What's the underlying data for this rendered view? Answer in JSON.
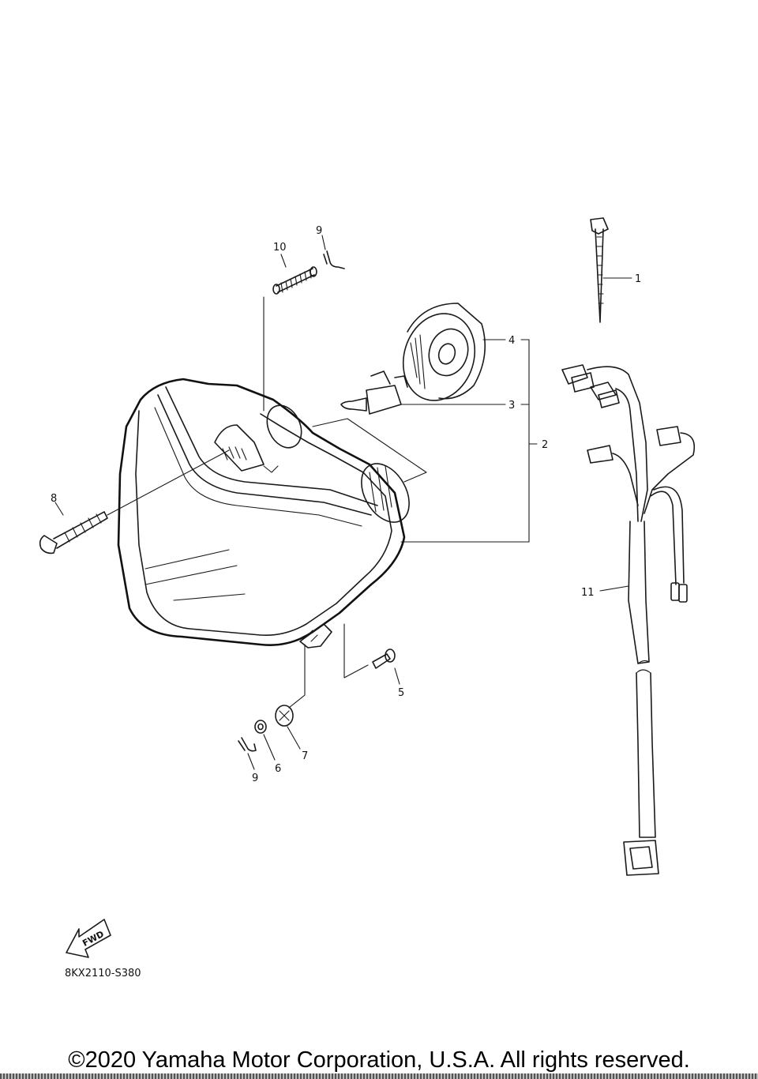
{
  "diagram": {
    "callouts": {
      "c1": "1",
      "c2": "2",
      "c3": "3",
      "c4": "4",
      "c5": "5",
      "c6": "6",
      "c7": "7",
      "c8": "8",
      "c9a": "9",
      "c9b": "9",
      "c10": "10",
      "c11": "11"
    },
    "fwd_arrow_label": "FWD",
    "drawing_code": "8KX2110-S380"
  },
  "footer": {
    "copyright": "©2020 Yamaha Motor Corporation, U.S.A. All rights reserved."
  }
}
